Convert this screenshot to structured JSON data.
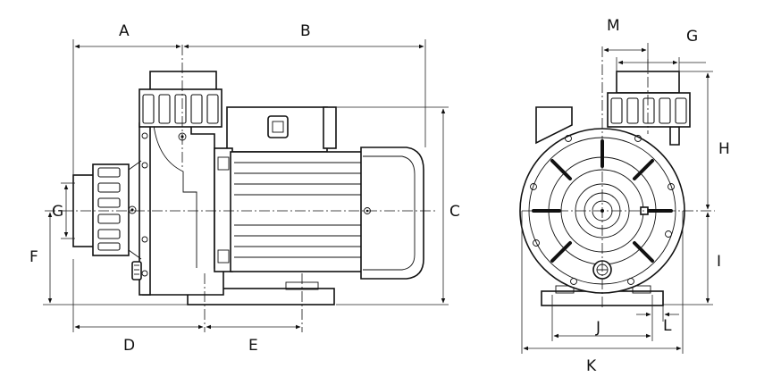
{
  "labels": {
    "A": "A",
    "B": "B",
    "C": "C",
    "D": "D",
    "E": "E",
    "F": "F",
    "G_side": "G",
    "G_front": "G",
    "H": "H",
    "I": "I",
    "J": "J",
    "K": "K",
    "L": "L",
    "M": "M"
  }
}
